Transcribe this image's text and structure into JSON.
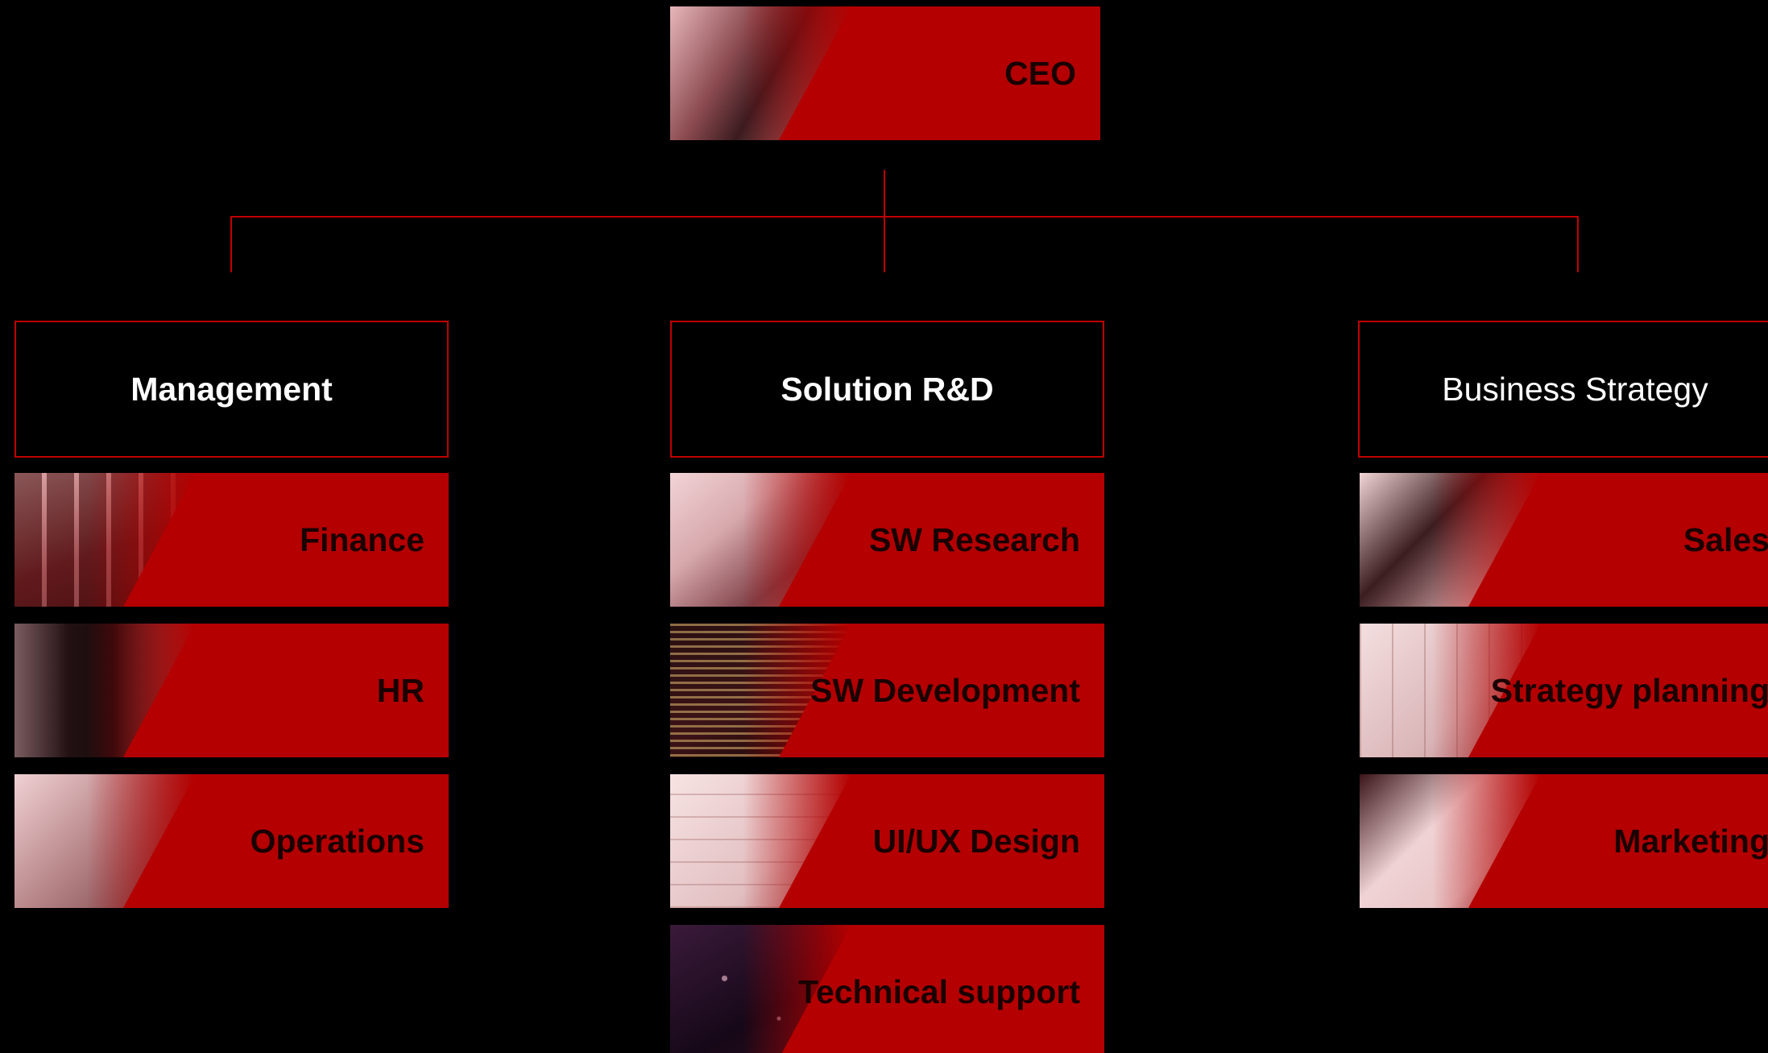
{
  "ceo": {
    "label": "CEO",
    "photo_icon": "businessman-photo"
  },
  "departments": [
    {
      "title": "Management",
      "units": [
        {
          "label": "Finance",
          "photo_icon": "dashboard-monitors-photo"
        },
        {
          "label": "HR",
          "photo_icon": "businessman-suit-photo"
        },
        {
          "label": "Operations",
          "photo_icon": "laptop-desk-photo"
        }
      ]
    },
    {
      "title": "Solution R&D",
      "units": [
        {
          "label": "SW Research",
          "photo_icon": "tablet-hands-photo"
        },
        {
          "label": "SW Development",
          "photo_icon": "source-code-screen-photo"
        },
        {
          "label": "UI/UX Design",
          "photo_icon": "wireframe-sketch-photo"
        },
        {
          "label": "Technical support",
          "photo_icon": "network-nodes-photo"
        }
      ]
    },
    {
      "title": "Business Strategy",
      "units": [
        {
          "label": "Sales",
          "photo_icon": "handshake-photo"
        },
        {
          "label": "Strategy planning",
          "photo_icon": "planning-board-photo"
        },
        {
          "label": "Marketing",
          "photo_icon": "chart-pen-photo"
        }
      ]
    }
  ],
  "colors": {
    "background": "#000000",
    "card_red": "#b40000",
    "line_red": "#c00000",
    "card_text": "#1a0000",
    "header_text": "#ffffff"
  }
}
